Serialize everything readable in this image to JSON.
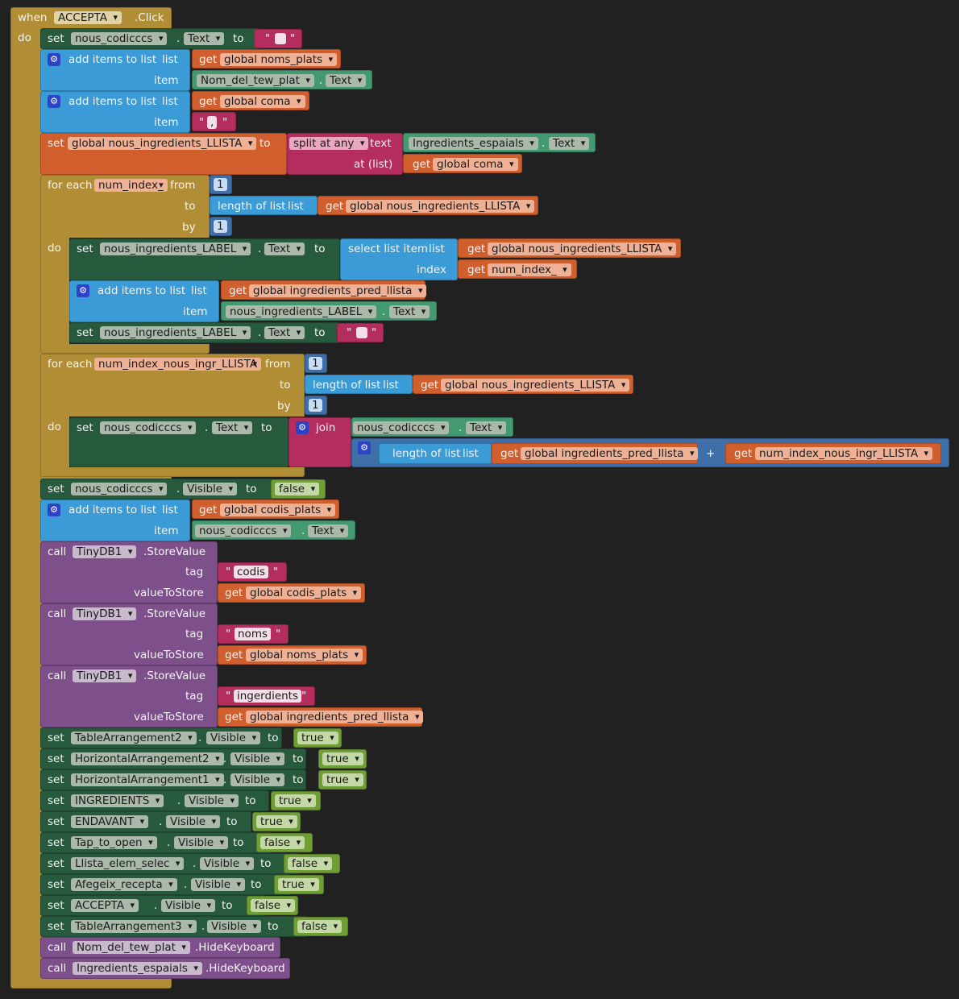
{
  "event": {
    "when": "when",
    "component": "ACCEPTA",
    "event_name": ".Click",
    "do": "do"
  },
  "kw": {
    "set": "set",
    "to": "to",
    "dot": ".",
    "get": "get",
    "call": "call",
    "add_items": "add items to list",
    "list": "list",
    "item": "item",
    "for_each": "for each",
    "from": "from",
    "by": "by",
    "do": "do",
    "length_of_list": "length of list",
    "select_list_item": "select list item",
    "index": "index",
    "split_at_any": "split at any",
    "text": "text",
    "at_list": "at (list)",
    "join": "join",
    "plus": "+",
    "tag": "tag",
    "value_to_store": "valueToStore",
    "store_value": ".StoreValue",
    "hide_keyboard": ".HideKeyboard",
    "quote": "\""
  },
  "blocks": {
    "b1": {
      "comp": "nous_codicccs",
      "prop": "Text"
    },
    "b2": {
      "var": "global noms_plats",
      "comp": "Nom_del_tew_plat",
      "prop": "Text"
    },
    "b3": {
      "var": "global coma",
      "str": ","
    },
    "b4": {
      "var": "global nous_ingredients_LLISTA",
      "split": "split at any",
      "comp": "Ingredients_espaials",
      "prop": "Text",
      "at_var": "global coma"
    },
    "b5": {
      "loop_var": "num_index_",
      "from": "1",
      "list_var": "global nous_ingredients_LLISTA",
      "by": "1"
    },
    "b6": {
      "comp": "nous_ingredients_LABEL",
      "prop": "Text",
      "list_var": "global nous_ingredients_LLISTA",
      "idx_var": "num_index_"
    },
    "b7": {
      "var": "global ingredients_pred_llista",
      "comp": "nous_ingredients_LABEL",
      "prop": "Text"
    },
    "b8": {
      "comp": "nous_ingredients_LABEL",
      "prop": "Text"
    },
    "b9": {
      "loop_var": "num_index_nous_ingr_LLISTA",
      "from": "1",
      "list_var": "global nous_ingredients_LLISTA",
      "by": "1"
    },
    "b10": {
      "comp": "nous_codicccs",
      "prop": "Text",
      "join_comp": "nous_codicccs",
      "join_prop": "Text",
      "len_var": "global ingredients_pred_llista",
      "plus_var": "num_index_nous_ingr_LLISTA"
    },
    "b11": {
      "comp": "nous_codicccs",
      "prop": "Visible",
      "val": "false"
    },
    "b12": {
      "var": "global codis_plats",
      "comp": "nous_codicccs",
      "prop": "Text"
    },
    "db": [
      {
        "comp": "TinyDB1",
        "tag": "codis",
        "var": "global codis_plats"
      },
      {
        "comp": "TinyDB1",
        "tag": "noms",
        "var": "global noms_plats"
      },
      {
        "comp": "TinyDB1",
        "tag": "ingerdients",
        "var": "global ingredients_pred_llista"
      }
    ],
    "visibility": [
      {
        "comp": "TableArrangement2",
        "prop": "Visible",
        "val": "true"
      },
      {
        "comp": "HorizontalArrangement2",
        "prop": "Visible",
        "val": "true"
      },
      {
        "comp": "HorizontalArrangement1",
        "prop": "Visible",
        "val": "true"
      },
      {
        "comp": "INGREDIENTS",
        "prop": "Visible",
        "val": "true"
      },
      {
        "comp": "ENDAVANT",
        "prop": "Visible",
        "val": "true"
      },
      {
        "comp": "Tap_to_open",
        "prop": "Visible",
        "val": "false"
      },
      {
        "comp": "Llista_elem_selec",
        "prop": "Visible",
        "val": "false"
      },
      {
        "comp": "Afegeix_recepta",
        "prop": "Visible",
        "val": "true"
      },
      {
        "comp": "ACCEPTA",
        "prop": "Visible",
        "val": "false"
      },
      {
        "comp": "TableArrangement3",
        "prop": "Visible",
        "val": "false"
      }
    ],
    "hide": [
      {
        "comp": "Nom_del_tew_plat"
      },
      {
        "comp": "Ingredients_espaials"
      }
    ]
  },
  "colors": {
    "event": "#b18e35",
    "setter": "#27593c",
    "getter": "#439970",
    "list": "#3a9bd6",
    "variable": "#d05f2d",
    "text": "#b32d5e",
    "db": "#7d4f8b",
    "logic": "#6f9e35",
    "math": "#3e6fa8"
  }
}
